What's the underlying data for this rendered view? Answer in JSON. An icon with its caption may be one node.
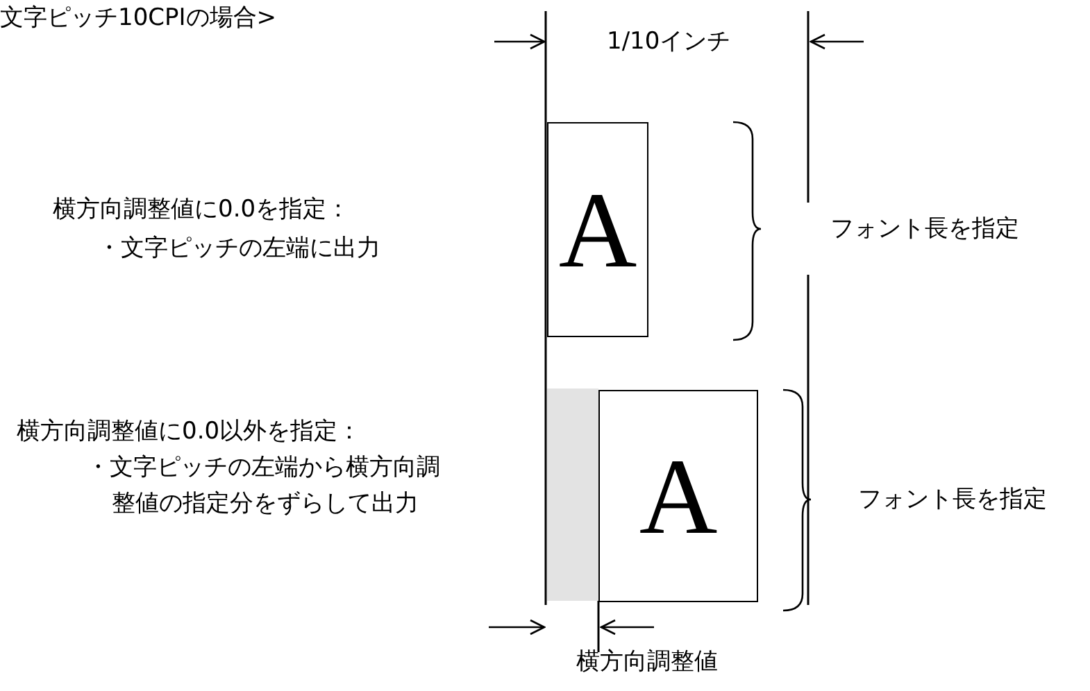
{
  "diagram": {
    "title": "文字ピッチ10CPIの場合>",
    "nodes": [
      {
        "text": [
          "A"
        ]
      },
      {
        "text": [],
        "shape": "bar"
      },
      {
        "text": [
          "A"
        ]
      }
    ],
    "labels": [
      "1/10インチ",
      "横方向調整値に0.0を指定：",
      "・文字ピッチの左端に出力",
      "フォント長を指定",
      "横方向調整値に0.0以外を指定：",
      "・文字ピッチの左端から横方向調整値の指定分をずらして出力",
      "フォント長を指定",
      "横方向調整値"
    ]
  }
}
